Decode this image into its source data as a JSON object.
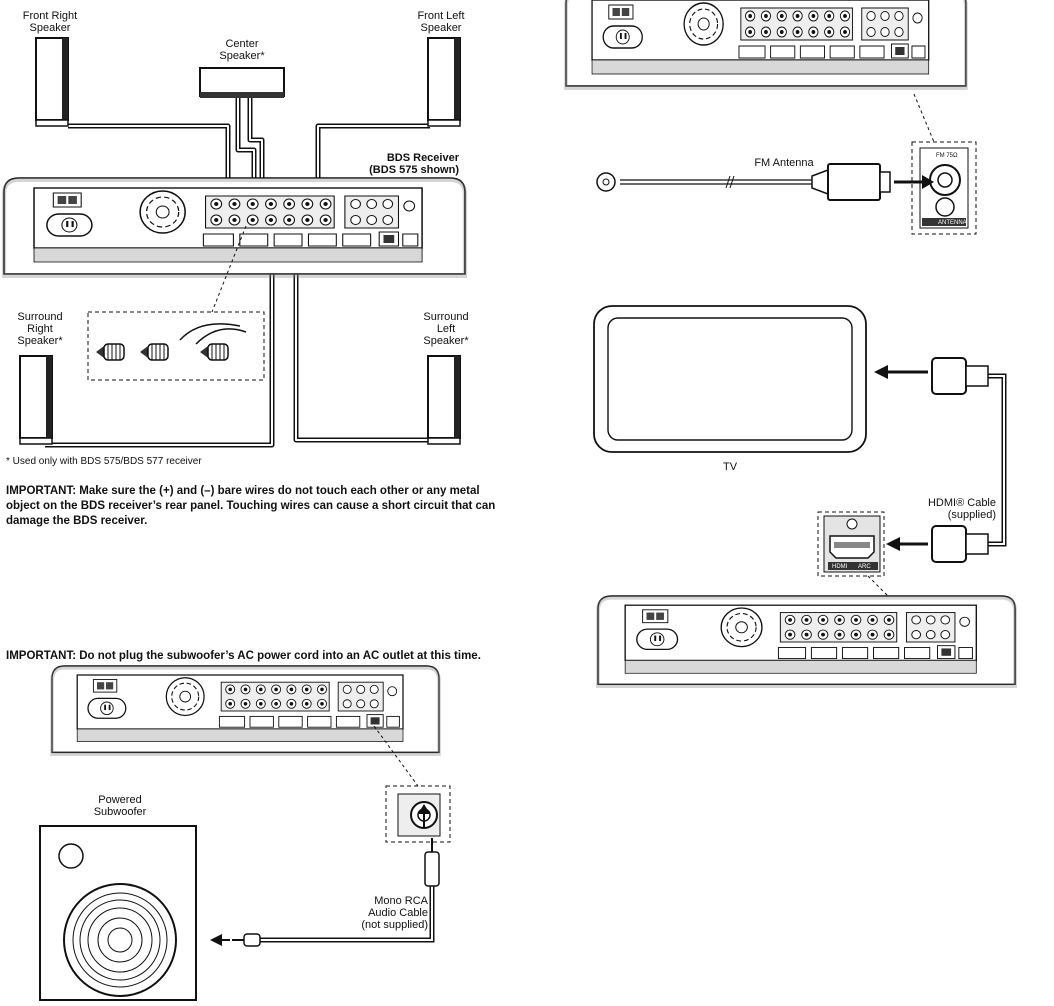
{
  "speakers": {
    "front_right": [
      "Front Right",
      "Speaker"
    ],
    "front_left": [
      "Front Left",
      "Speaker"
    ],
    "center": [
      "Center",
      "Speaker*"
    ],
    "surround_right": [
      "Surround",
      "Right",
      "Speaker*"
    ],
    "surround_left": [
      "Surround",
      "Left",
      "Speaker*"
    ]
  },
  "receiver_label": [
    "BDS Receiver",
    "(BDS 575 shown)"
  ],
  "footnote": "* Used only with BDS 575/BDS 577 receiver",
  "warning_wires": "IMPORTANT: Make sure the (+) and (–) bare wires do not touch each other  or any metal object on the BDS receiver’s rear panel. Touching wires can cause a short circuit that can damage the BDS receiver.",
  "warning_subwoofer": "IMPORTANT: Do not plug the subwoofer’s AC power cord into an AC outlet at this time.",
  "subwoofer_label": [
    "Powered",
    "Subwoofer"
  ],
  "rca_cable_label": [
    "Mono RCA",
    "Audio Cable",
    "(not supplied)"
  ],
  "fm_antenna_label": "FM Antenna",
  "fm_jack_text": "FM 75Ω",
  "antenna_panel_text": "ANTENNA",
  "tv_label": "TV",
  "hdmi_cable_label": [
    "HDMI® Cable",
    "(supplied)"
  ],
  "hdmi_port_text": "HDMI",
  "hdmi_port_sub": "ARC"
}
